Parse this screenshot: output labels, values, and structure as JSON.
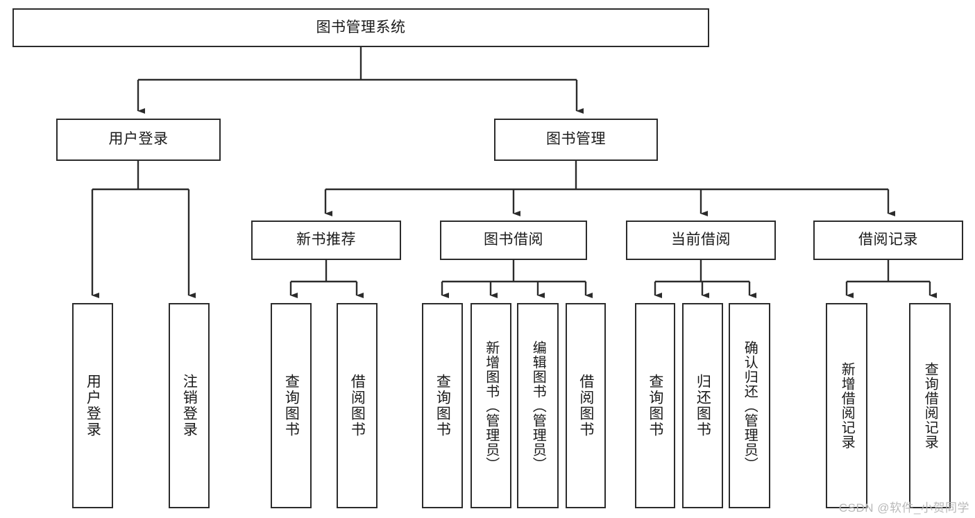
{
  "diagram": {
    "title": "图书管理系统",
    "type": "hierarchy-tree",
    "colors": {
      "box_border": "#2b2b2b",
      "box_fill": "#ffffff",
      "connector": "#2b2b2b",
      "text": "#1a1a1a",
      "watermark": "#b9b9b9"
    },
    "root": {
      "label": "图书管理系统"
    },
    "level2": [
      {
        "label": "用户登录"
      },
      {
        "label": "图书管理"
      }
    ],
    "level3": [
      {
        "label": "新书推荐"
      },
      {
        "label": "图书借阅"
      },
      {
        "label": "当前借阅"
      },
      {
        "label": "借阅记录"
      }
    ],
    "leaves": {
      "user_login": [
        {
          "label": "用户登录"
        },
        {
          "label": "注销登录"
        }
      ],
      "new_book_recommend": [
        {
          "label": "查询图书"
        },
        {
          "label": "借阅图书"
        }
      ],
      "book_borrow": [
        {
          "label": "查询图书"
        },
        {
          "label": "新增图书（管理员）"
        },
        {
          "label": "编辑图书（管理员）"
        },
        {
          "label": "借阅图书"
        }
      ],
      "current_borrow": [
        {
          "label": "查询图书"
        },
        {
          "label": "归还图书"
        },
        {
          "label": "确认归还（管理员）"
        }
      ],
      "borrow_record": [
        {
          "label": "新增借阅记录"
        },
        {
          "label": "查询借阅记录"
        }
      ]
    }
  },
  "watermark": {
    "text": "CSDN @软件_小贺同学"
  }
}
